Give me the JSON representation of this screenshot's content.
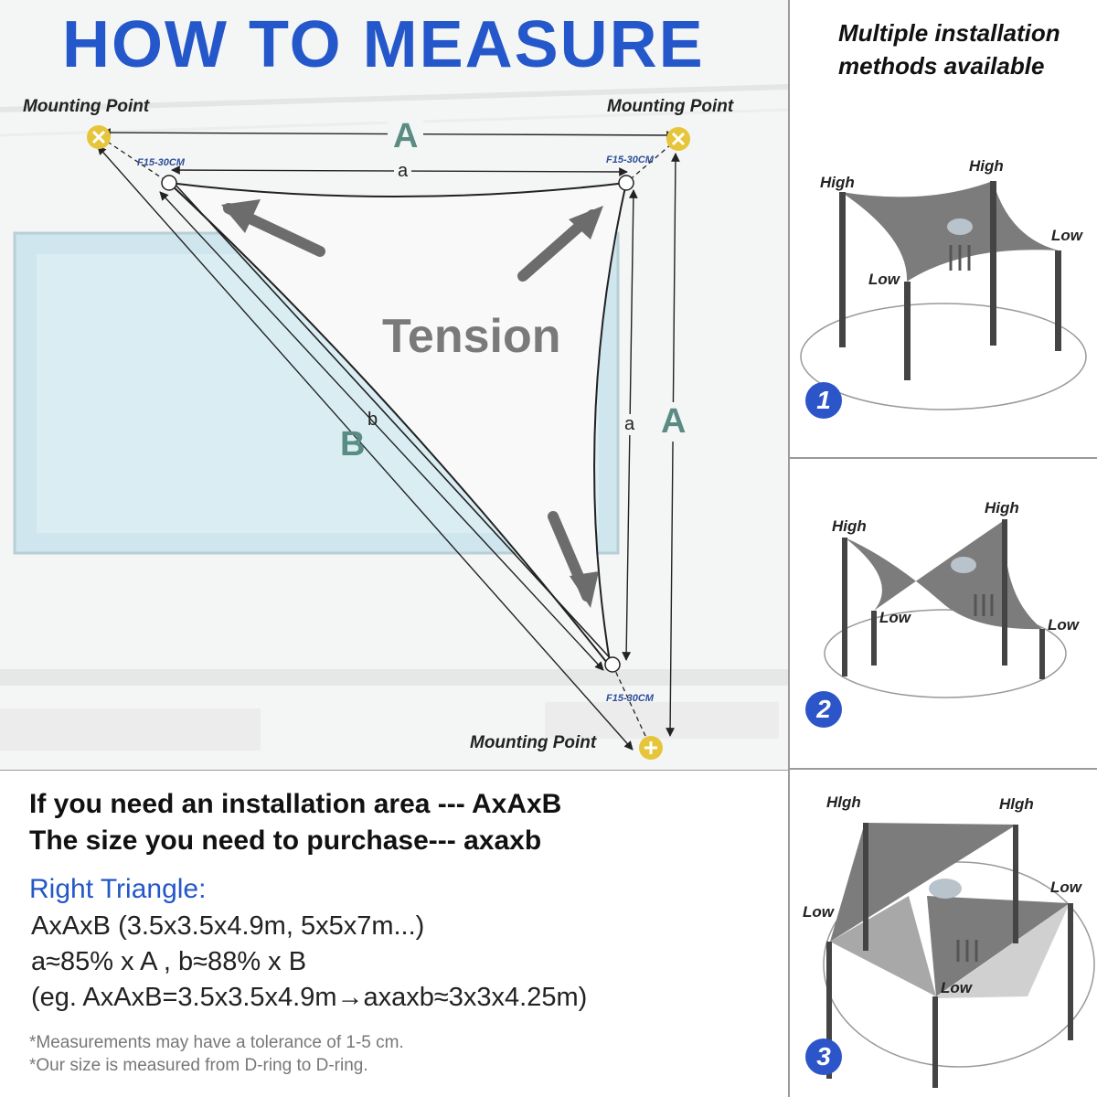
{
  "main": {
    "title": "HOW TO MEASURE",
    "mounting_point": "Mounting Point",
    "tension": "Tension",
    "labels": {
      "A": "A",
      "a": "a",
      "B": "B",
      "b": "b",
      "gap": "F15-30CM"
    }
  },
  "right": {
    "title_line1": "Multiple installation",
    "title_line2": "methods available",
    "high": "High",
    "low": "Low",
    "high_variant": "Hlgh",
    "numbers": [
      "1",
      "2",
      "3"
    ]
  },
  "info": {
    "line1": "If you need an installation area --- AxAxB",
    "line2": "The size you need to purchase--- axaxb",
    "right_triangle": "Right Triangle:",
    "text1": "AxAxB (3.5x3.5x4.9m, 5x5x7m...)",
    "text2": "a≈85% x A , b≈88% x B",
    "text3": "(eg. AxAxB=3.5x3.5x4.9m→axaxb≈3x3x4.25m)",
    "note1": "*Measurements may have a tolerance of 1-5 cm.",
    "note2": "*Our size is measured from D-ring to D-ring."
  },
  "colors": {
    "title_blue": "#2457c9",
    "accent_teal": "#5b8c84",
    "mount_yellow": "#e7c53a",
    "shade_gray": "#7c7c7c"
  }
}
